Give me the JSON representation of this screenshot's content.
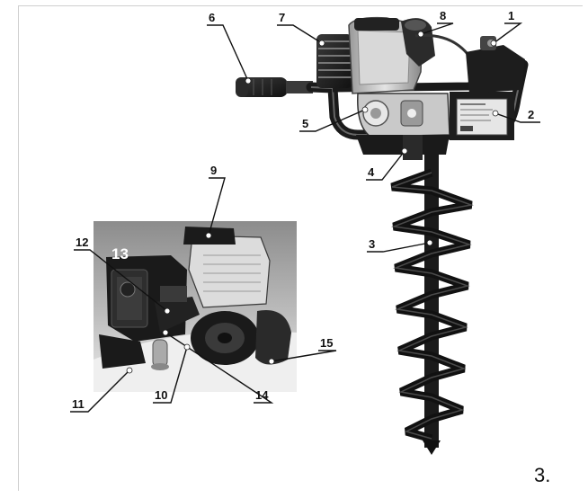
{
  "figure_number": "3.",
  "callouts": {
    "c1": "1",
    "c2": "2",
    "c3": "3",
    "c4": "4",
    "c5": "5",
    "c6": "6",
    "c7": "7",
    "c8": "8",
    "c9": "9",
    "c10": "10",
    "c11": "11",
    "c12": "12",
    "c13": "13",
    "c14": "14",
    "c15": "15"
  }
}
